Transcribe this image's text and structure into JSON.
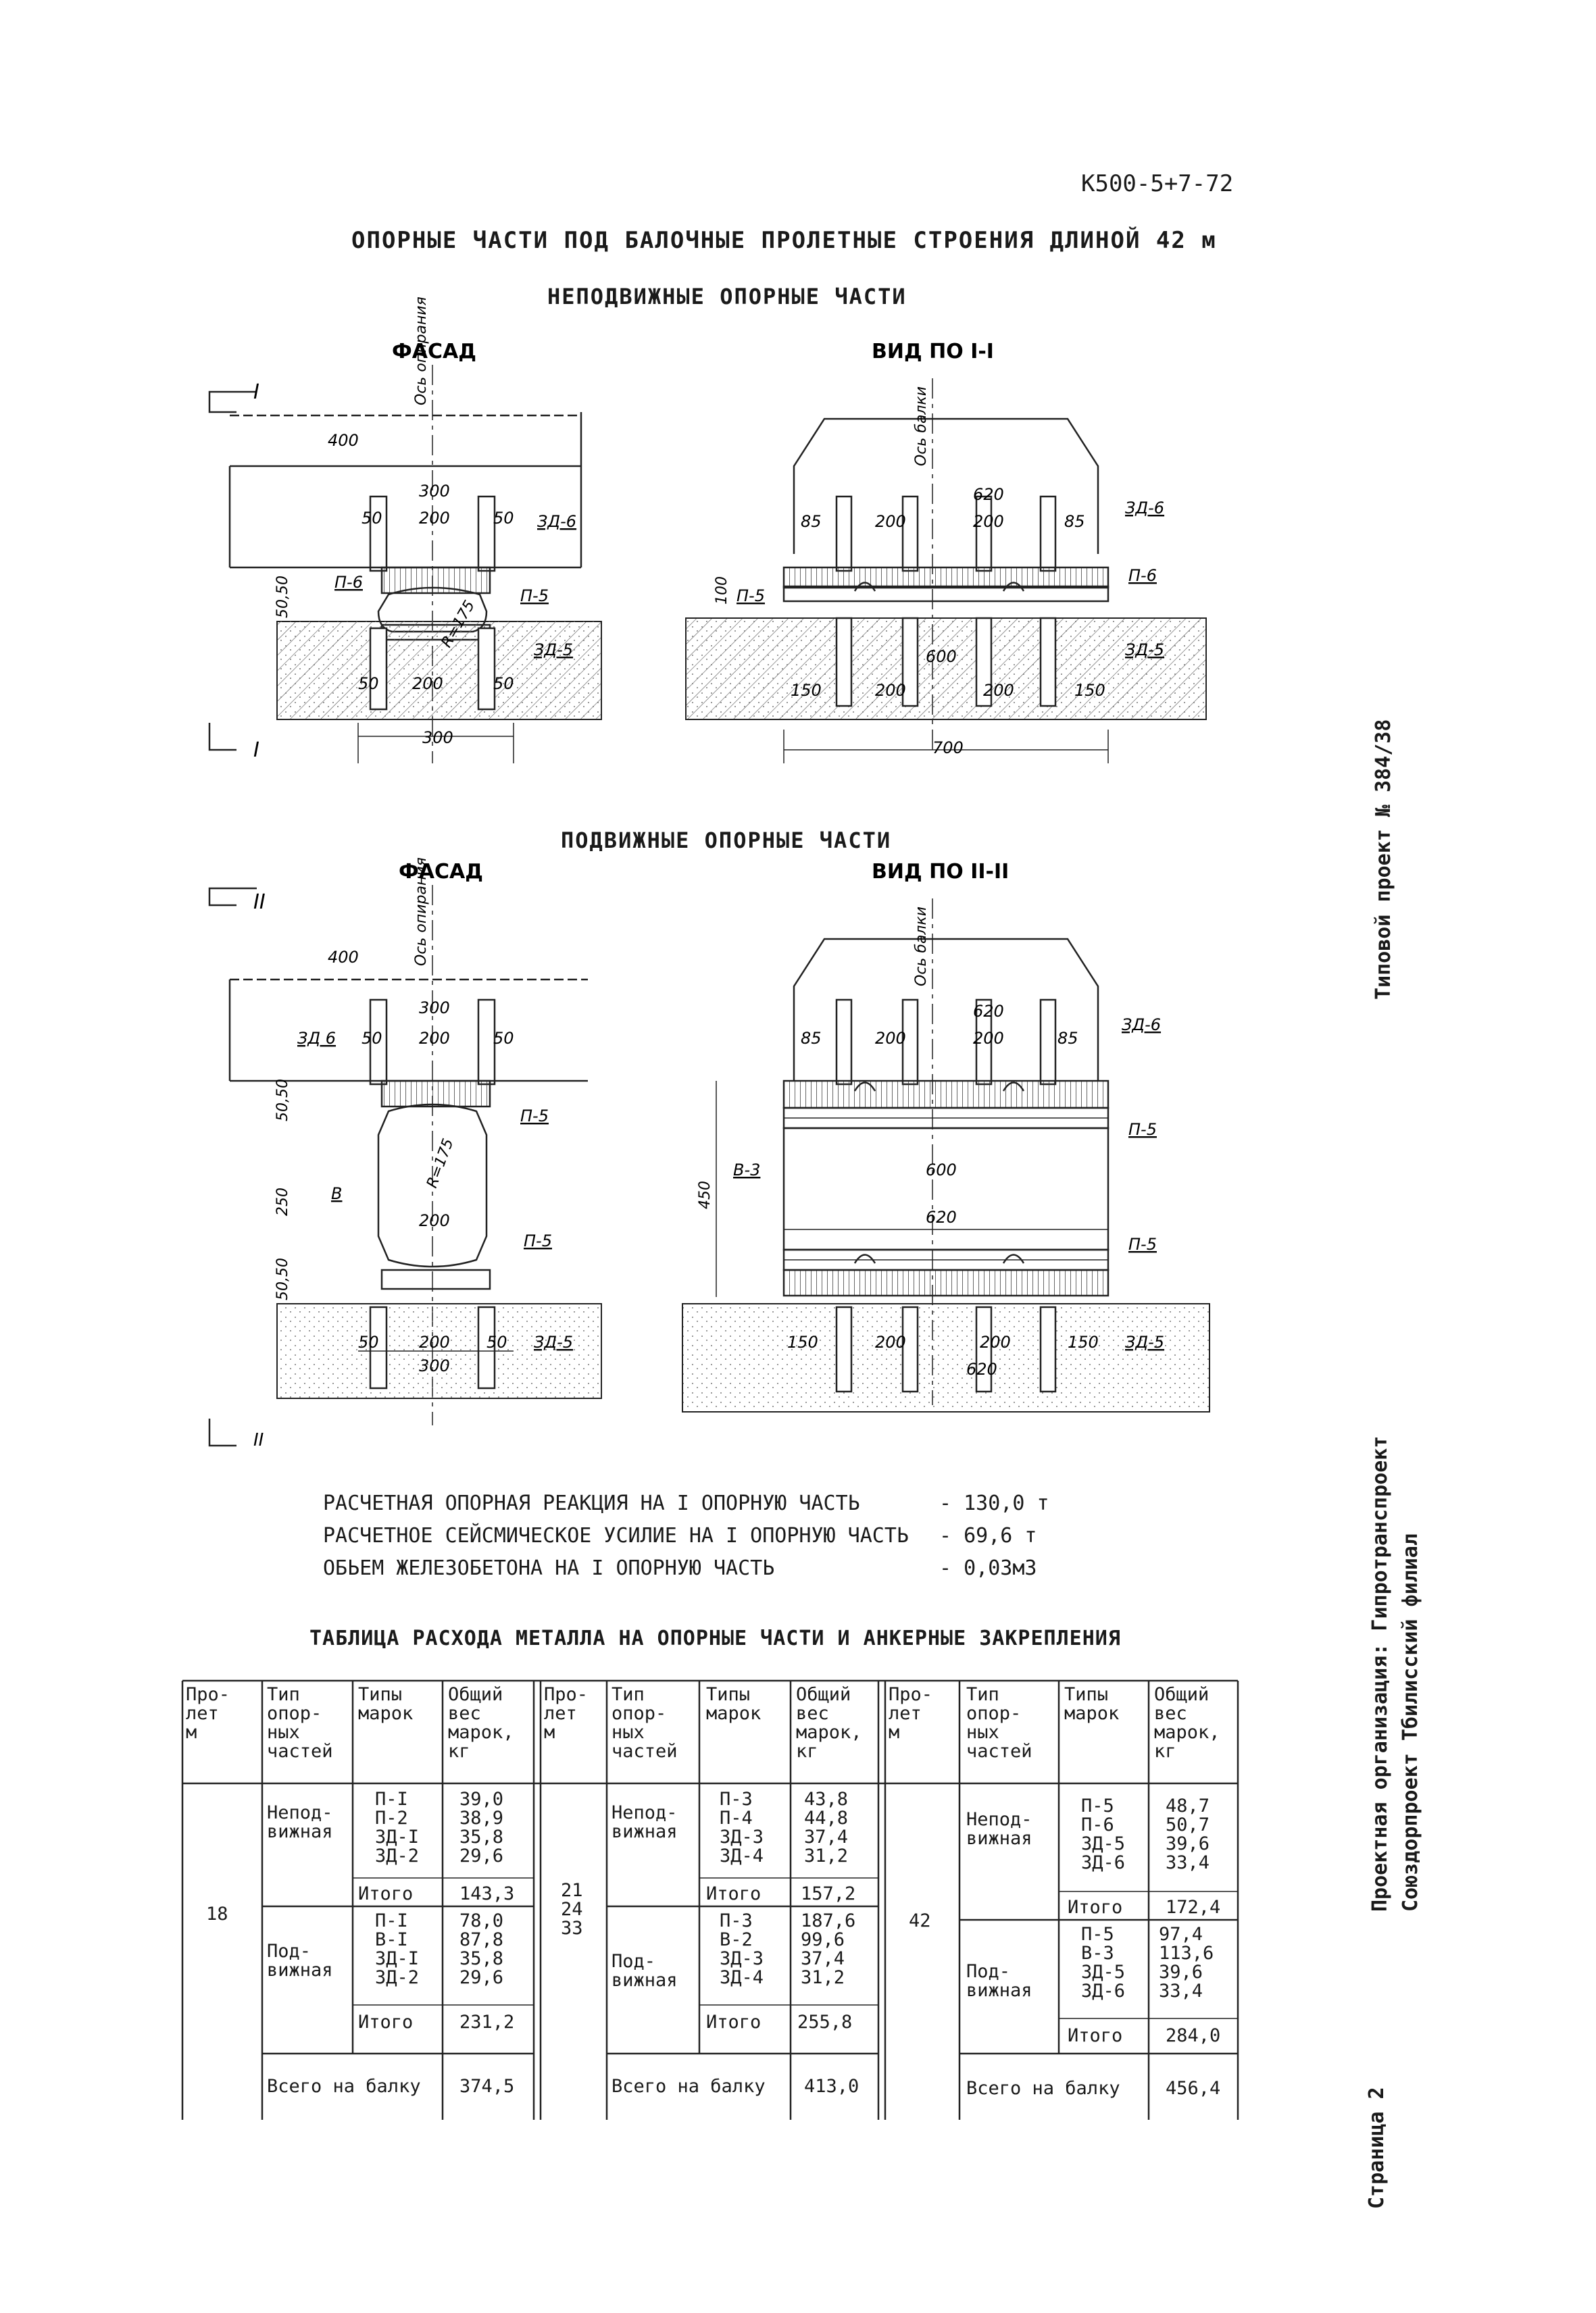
{
  "header": {
    "doc_code": "К500-5+7-72",
    "title": "ОПОРНЫЕ ЧАСТИ ПОД БАЛОЧНЫЕ ПРОЛЕТНЫЕ СТРОЕНИЯ ДЛИНОЙ 42 м",
    "fixed_heading": "НЕПОДВИЖНЫЕ ОПОРНЫЕ ЧАСТИ",
    "movable_heading": "ПОДВИЖНЫЕ ОПОРНЫЕ ЧАСТИ"
  },
  "fixed": {
    "facade": {
      "label": "ФАСАД",
      "axis": "Ось опирания",
      "section": "I",
      "section_bottom": "I",
      "d400": "400",
      "d300": "300",
      "d200": "200",
      "d50": "50",
      "d50b": "50",
      "d5050": "50,50",
      "tag_3d6": "ЗД-6",
      "tag_p6": "П-6",
      "tag_p5": "П-5",
      "tag_3d5": "ЗД-5",
      "radius": "R=175",
      "b50": "50",
      "b200": "200",
      "b50r": "50",
      "b300": "300"
    },
    "view": {
      "label": "ВИД ПО I-I",
      "axis": "Ось балки",
      "d620": "620",
      "d85": "85",
      "d200": "200",
      "d200b": "200",
      "d85b": "85",
      "tag_3d6": "ЗД-6",
      "tag_p6": "П-6",
      "tag_p5": "П-5",
      "d100": "100",
      "tag_3d5": "ЗД-5",
      "b150": "150",
      "b200": "200",
      "b600": "600",
      "b200b": "200",
      "b150b": "150",
      "b700": "700"
    }
  },
  "movable": {
    "facade": {
      "label": "ФАСАД",
      "axis": "Ось опирания",
      "section": "II",
      "section_bottom": "II",
      "d400": "400",
      "d300": "300",
      "d200": "200",
      "d50": "50",
      "d50b": "50",
      "tag_3d6": "ЗД 6",
      "d5050": "50,50",
      "tag_p5": "П-5",
      "d250": "250",
      "tag_b": "В",
      "radius": "R=175",
      "d200mid": "200",
      "tag_p5b": "П-5",
      "d5050b": "50,50",
      "b50": "50",
      "b200": "200",
      "b50r": "50",
      "tag_3d5": "ЗД-5",
      "b300": "300"
    },
    "view": {
      "label": "ВИД ПО II-II",
      "axis": "Ось балки",
      "d620": "620",
      "d85": "85",
      "d200": "200",
      "d200b": "200",
      "d85b": "85",
      "tag_3d6": "ЗД-6",
      "tag_p5": "П-5",
      "d450": "450",
      "tag_b3": "В-3",
      "d600": "600",
      "d620b": "620",
      "tag_p5b": "П-5",
      "b150": "150",
      "b200": "200",
      "b200b": "200",
      "b150b": "150",
      "b620": "620",
      "tag_3d5": "ЗД-5"
    }
  },
  "specs": [
    {
      "label": "РАСЧЕТНАЯ ОПОРНАЯ РЕАКЦИЯ НА I ОПОРНУЮ ЧАСТЬ",
      "value": "- 130,0 т"
    },
    {
      "label": "РАСЧЕТНОЕ СЕЙСМИЧЕСКОЕ УСИЛИЕ НА I ОПОРНУЮ ЧАСТЬ",
      "value": "- 69,6 т"
    },
    {
      "label": "ОБЬЕМ ЖЕЛЕЗОБЕТОНА НА I ОПОРНУЮ ЧАСТЬ",
      "value": "- 0,03м3"
    }
  ],
  "table": {
    "title": "ТАБЛИЦА РАСХОДА МЕТАЛЛА НА ОПОРНЫЕ ЧАСТИ И АНКЕРНЫЕ ЗАКРЕПЛЕНИЯ",
    "headers": {
      "span": "Про-\nлет\nм",
      "type": "Тип\nопор-\nных\nчастей",
      "marks": "Типы\nмарок",
      "weight": "Общий\nвес\nмарок,\nкг"
    },
    "groups": [
      {
        "span": "18",
        "fixed_type": "Непод-\nвижная",
        "fixed_marks": "П-I\nП-2\nЗД-I\nЗД-2",
        "fixed_weights": "39,0\n38,9\n35,8\n29,6",
        "fixed_total_label": "Итого",
        "fixed_total": "143,3",
        "mov_type": "Под-\nвижная",
        "mov_marks": "П-I\nВ-I\nЗД-I\nЗД-2",
        "mov_weights": "78,0\n87,8\n35,8\n29,6",
        "mov_total_label": "Итого",
        "mov_total": "231,2",
        "sum_label": "Всего на балку",
        "sum": "374,5"
      },
      {
        "span": "21\n24\n33",
        "fixed_type": "Непод-\nвижная",
        "fixed_marks": "П-3\nП-4\nЗД-3\nЗД-4",
        "fixed_weights": "43,8\n44,8\n37,4\n31,2",
        "fixed_total_label": "Итого",
        "fixed_total": "157,2",
        "mov_type": "Под-\nвижная",
        "mov_marks": "П-3\nВ-2\nЗД-3\nЗД-4",
        "mov_weights": "187,6\n99,6\n37,4\n31,2",
        "mov_total_label": "Итого",
        "mov_total": "255,8",
        "sum_label": "Всего на балку",
        "sum": "413,0"
      },
      {
        "span": "42",
        "fixed_type": "Непод-\nвижная",
        "fixed_marks": "П-5\nП-6\nЗД-5\nЗД-6",
        "fixed_weights": "48,7\n50,7\n39,6\n33,4",
        "fixed_total_label": "Итого",
        "fixed_total": "172,4",
        "mov_type": "Под-\nвижная",
        "mov_marks": "П-5\nВ-3\nЗД-5\nЗД-6",
        "mov_weights": "97,4\n113,6\n39,6\n33,4",
        "mov_total_label": "Итого",
        "mov_total": "284,0",
        "sum_label": "Всего на балку",
        "sum": "456,4"
      }
    ]
  },
  "side": {
    "project": "Типовой проект № 384/38",
    "org_line1": "Проектная организация: Гипротранспроект",
    "org_line2": "Союздорпроект Тбилисский филиал",
    "page": "Страница 2"
  }
}
